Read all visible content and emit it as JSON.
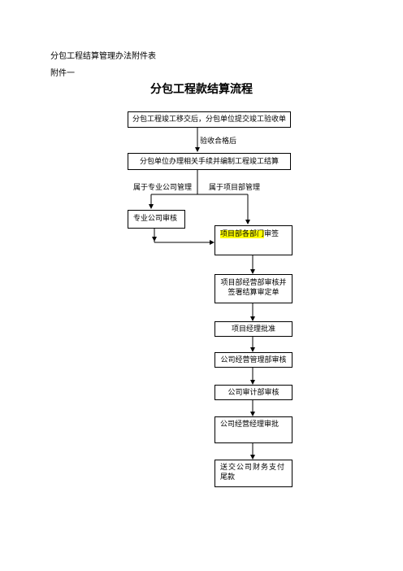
{
  "header": {
    "line1": "分包工程结算管理办法附件表",
    "line2": "附件一"
  },
  "title": "分包工程款结算流程",
  "steps": {
    "s1": "分包工程竣工移交后，分包单位提交竣工验收单",
    "s1_note": "验收合格后",
    "s2": "分包单位办理相关手续并编制工程竣工结算",
    "branch_left": "属于专业公司管理",
    "branch_right": "属于项目部管理",
    "s3_left": "专业公司审核",
    "s3_right_highlight": "项目部各部门",
    "s3_right_rest": "审签",
    "s4_line1": "项目部经营部审核并",
    "s4_line2": "签署结算审定单",
    "s5": "项目经理批准",
    "s6": "公司经营管理部审核",
    "s7": "公司审计部审核",
    "s8": "公司经营经理审批",
    "s9_line1": "送交公司财务支付",
    "s9_line2": "尾款"
  },
  "colors": {
    "highlight": "#ffff00",
    "line": "#000000"
  }
}
